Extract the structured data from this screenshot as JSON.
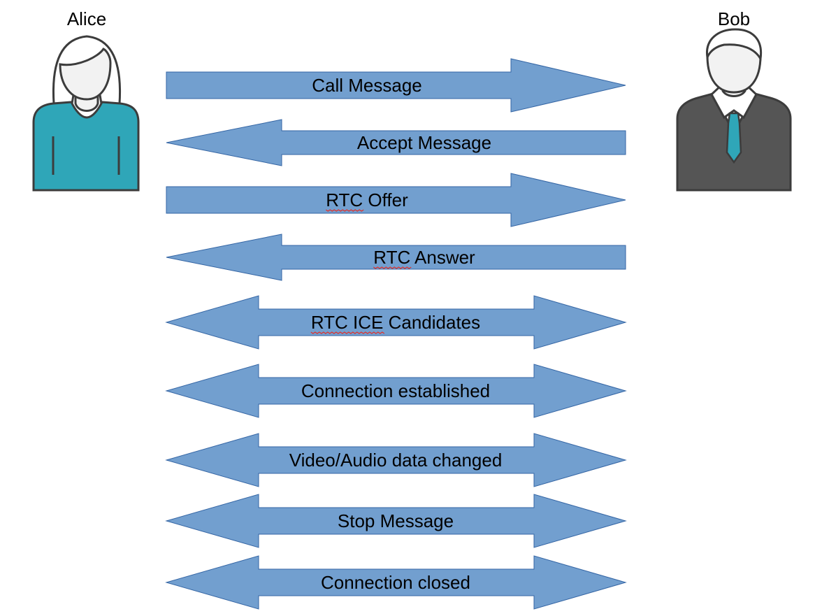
{
  "actors": {
    "alice": {
      "name": "Alice"
    },
    "bob": {
      "name": "Bob"
    }
  },
  "arrows": [
    {
      "label": "Call Message",
      "direction": "right"
    },
    {
      "label": "Accept Message",
      "direction": "left"
    },
    {
      "label": "RTC Offer",
      "direction": "right",
      "spellcheck": "RTC"
    },
    {
      "label": "RTC Answer",
      "direction": "left",
      "spellcheck": "RTC"
    },
    {
      "label": "RTC ICE Candidates",
      "direction": "both",
      "spellcheck": "RTC ICE"
    },
    {
      "label": "Connection established",
      "direction": "both"
    },
    {
      "label": "Video/Audio data changed",
      "direction": "both"
    },
    {
      "label": "Stop Message",
      "direction": "both"
    },
    {
      "label": "Connection closed",
      "direction": "both"
    }
  ],
  "colors": {
    "arrow_fill": "#729fcf",
    "arrow_stroke": "#3465a4",
    "alice_shirt": "#2fa6b8",
    "bob_suit": "#555555",
    "tie": "#2fa6b8",
    "skin": "#f2f2f2",
    "outline": "#3c3c3c",
    "spellcheck": "#e0302a"
  }
}
